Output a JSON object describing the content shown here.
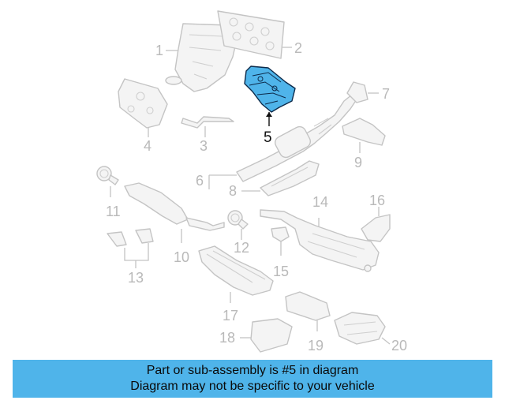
{
  "diagram": {
    "highlighted_part": "5",
    "labels": [
      "1",
      "2",
      "3",
      "4",
      "5",
      "6",
      "7",
      "8",
      "9",
      "10",
      "11",
      "12",
      "13",
      "14",
      "15",
      "16",
      "17",
      "18",
      "19",
      "20"
    ],
    "colors": {
      "highlight": "#4fb4ea",
      "outline": "#c4c4c4",
      "label": "#b9b9b9"
    }
  },
  "banner": {
    "line1": "Part or sub-assembly is #5 in diagram",
    "line2": "Diagram may not be specific to your vehicle"
  }
}
